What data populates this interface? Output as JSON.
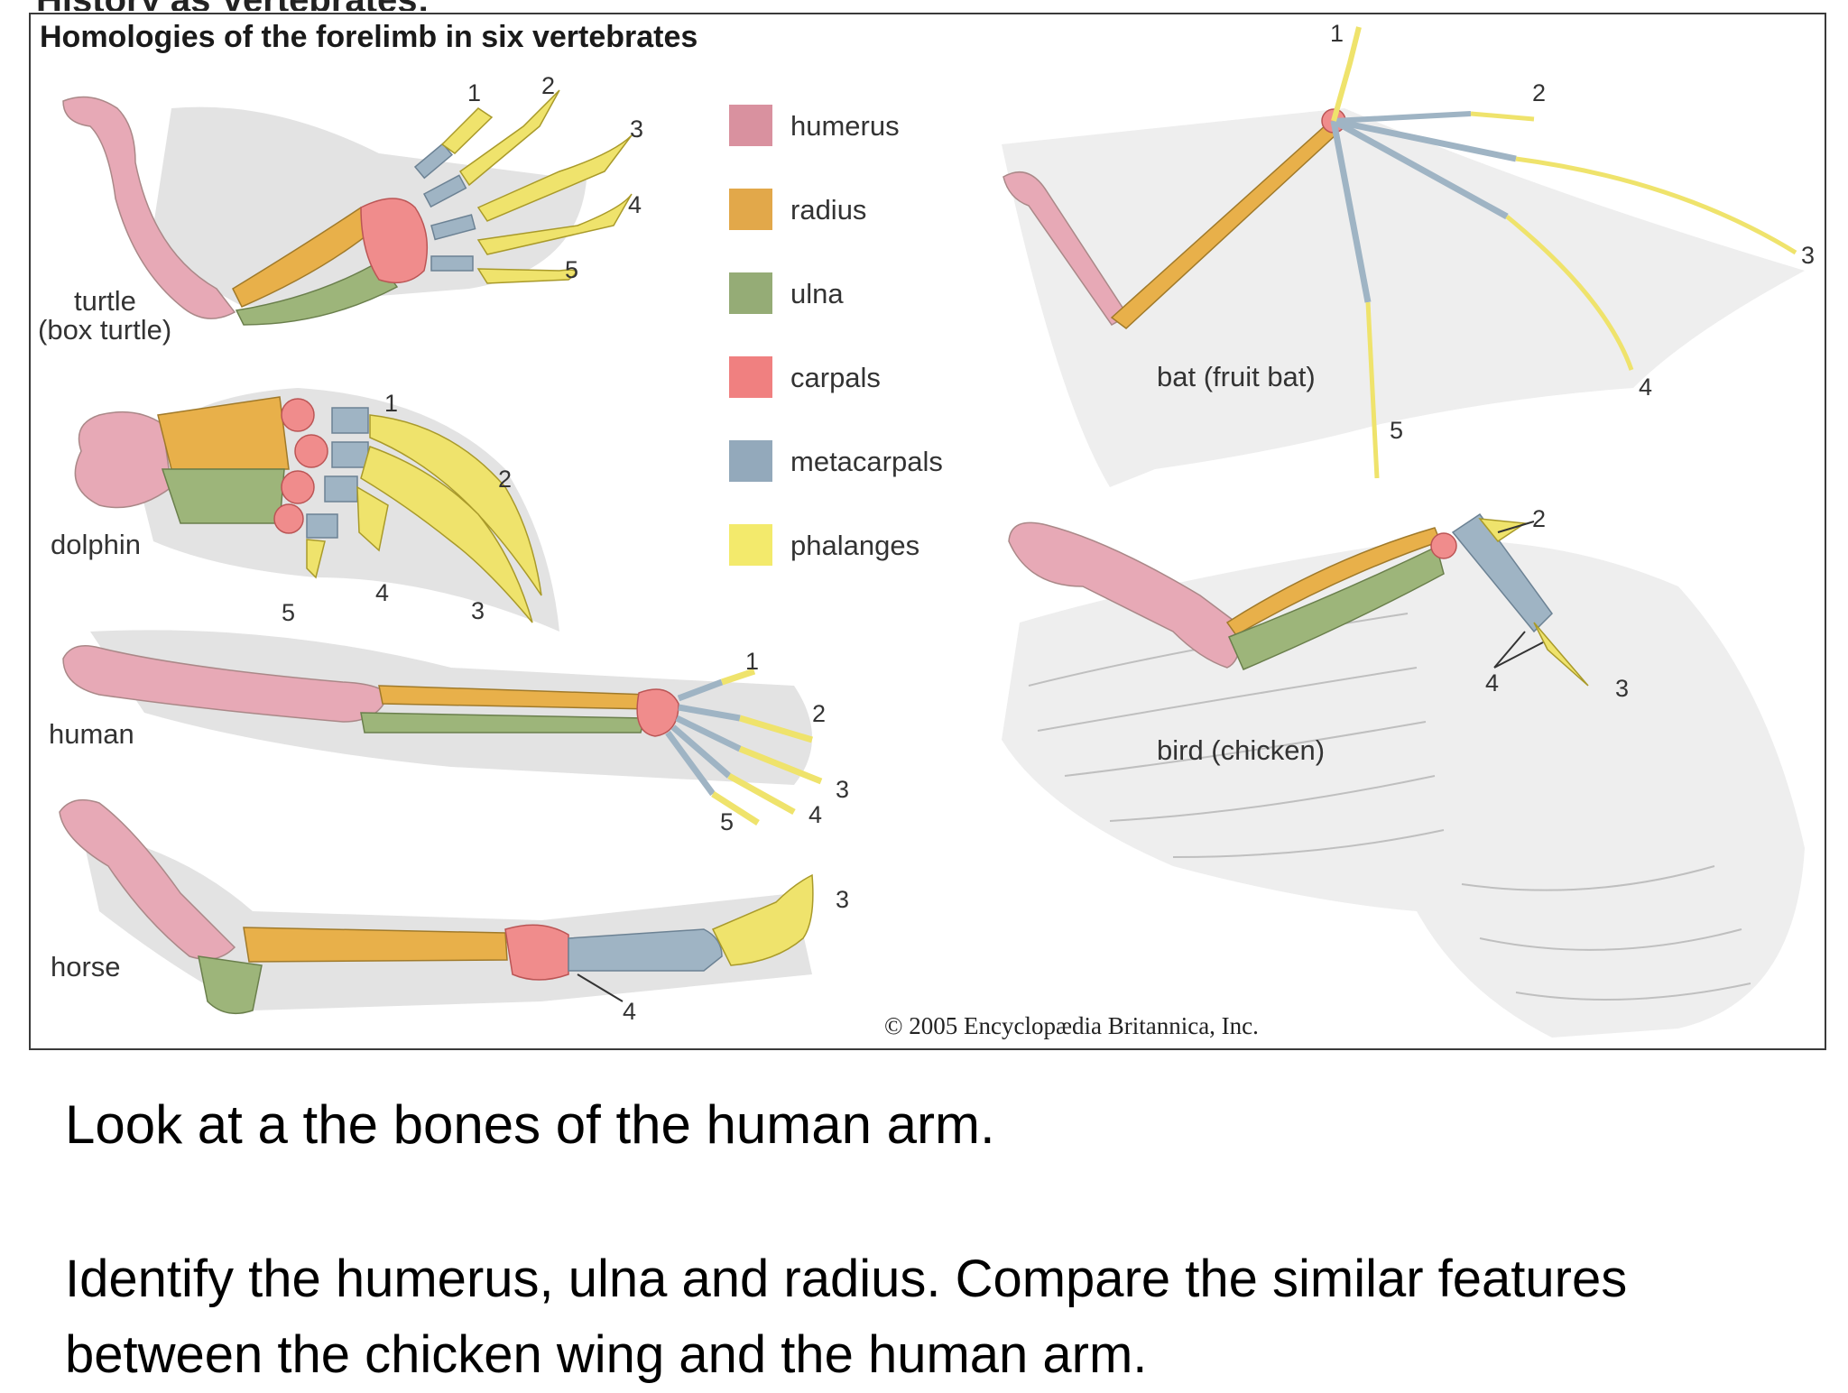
{
  "slide": {
    "cutoff_heading": "History as Vertebrates:",
    "figure_title": "Homologies of the forelimb in six vertebrates",
    "copyright": "© 2005 Encyclopædia Britannica, Inc.",
    "caption_line1": "Look at a the bones of the human arm.",
    "caption_line2": "Identify the humerus, ulna and radius. Compare the similar features between the chicken wing and the human arm."
  },
  "colors": {
    "humerus": "#e7a9b6",
    "radius": "#e8b04a",
    "ulna": "#9db57a",
    "carpals": "#f08c8c",
    "metacarpals": "#9fb4c4",
    "phalanges": "#efe36c"
  },
  "legend": [
    {
      "label": "humerus",
      "color": "#d9919f"
    },
    {
      "label": "radius",
      "color": "#e2a84a"
    },
    {
      "label": "ulna",
      "color": "#95ac76"
    },
    {
      "label": "carpals",
      "color": "#f08080"
    },
    {
      "label": "metacarpals",
      "color": "#93a9bb"
    },
    {
      "label": "phalanges",
      "color": "#f3ea6c"
    }
  ],
  "animals": {
    "turtle_1": "turtle",
    "turtle_2": "(box turtle)",
    "dolphin": "dolphin",
    "human": "human",
    "horse": "horse",
    "bat": "bat (fruit bat)",
    "bird": "bird (chicken)"
  },
  "digits": {
    "turtle": [
      "1",
      "2",
      "3",
      "4",
      "5"
    ],
    "dolphin": [
      "1",
      "2",
      "5",
      "4",
      "3"
    ],
    "human": [
      "1",
      "2",
      "3",
      "5",
      "4"
    ],
    "horse": [
      "3",
      "4"
    ],
    "bat": [
      "1",
      "2",
      "3",
      "4",
      "5"
    ],
    "bird": [
      "2",
      "4",
      "3"
    ]
  }
}
